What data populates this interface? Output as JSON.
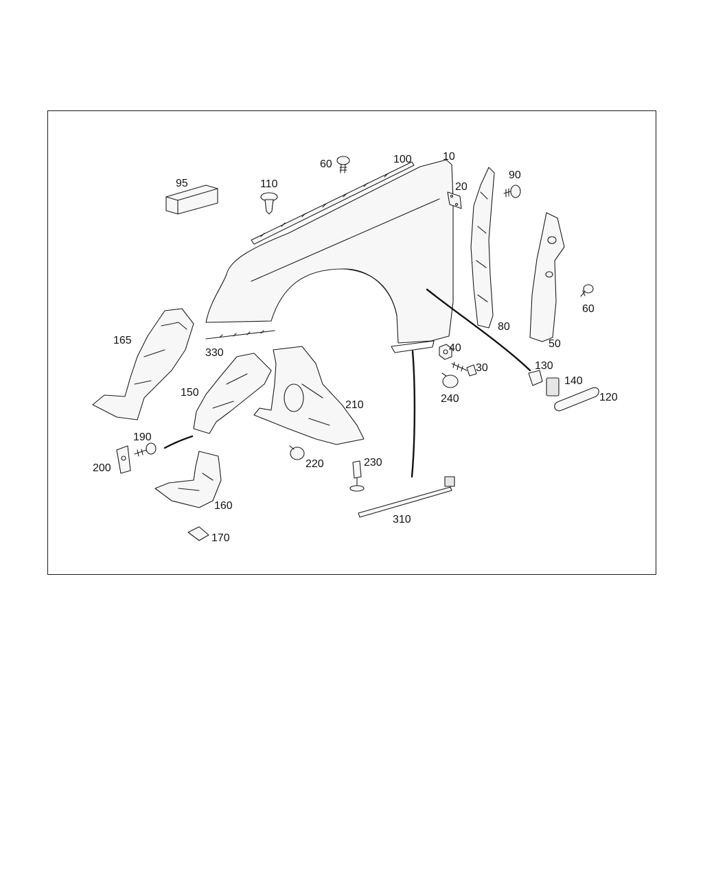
{
  "diagram": {
    "part_labels": {
      "p95": "95",
      "p110": "110",
      "p60a": "60",
      "p100": "100",
      "p10": "10",
      "p20": "20",
      "p90": "90",
      "p60b": "60",
      "p80": "80",
      "p50": "50",
      "p165": "165",
      "p330": "330",
      "p150": "150",
      "p210": "210",
      "p40": "40",
      "p30": "30",
      "p240": "240",
      "p130": "130",
      "p140": "140",
      "p120": "120",
      "p190": "190",
      "p200": "200",
      "p220": "220",
      "p230": "230",
      "p160": "160",
      "p170": "170",
      "p310": "310"
    }
  }
}
